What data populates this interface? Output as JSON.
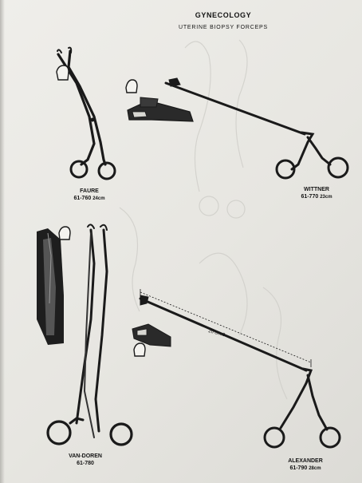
{
  "header": {
    "title": "GYNECOLOGY",
    "subtitle": "UTERINE BIOPSY FORCEPS"
  },
  "instruments": [
    {
      "name": "FAURE",
      "code": "61-760",
      "size": "24cm"
    },
    {
      "name": "WITTNER",
      "code": "61-770",
      "size": "23cm"
    },
    {
      "name": "VAN-DOREN",
      "code": "61-780",
      "size": ""
    },
    {
      "name": "ALEXANDER",
      "code": "61-790",
      "size": "28cm"
    }
  ],
  "annotations": {
    "alexander_length": "20 cm.8"
  }
}
